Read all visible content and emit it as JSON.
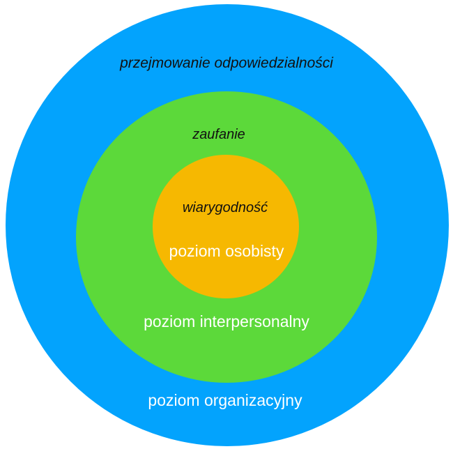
{
  "colors": {
    "outer_ring": "#03a3fd",
    "middle_ring": "#5cd93a",
    "inner_ring": "#f6b801",
    "quality_text": "#111111",
    "level_text": "#ffffff"
  },
  "rings": [
    {
      "quality": "przejmowanie odpowiedzialności",
      "level": "poziom organizacyjny"
    },
    {
      "quality": "zaufanie",
      "level": "poziom interpersonalny"
    },
    {
      "quality": "wiarygodność",
      "level": "poziom osobisty"
    }
  ]
}
